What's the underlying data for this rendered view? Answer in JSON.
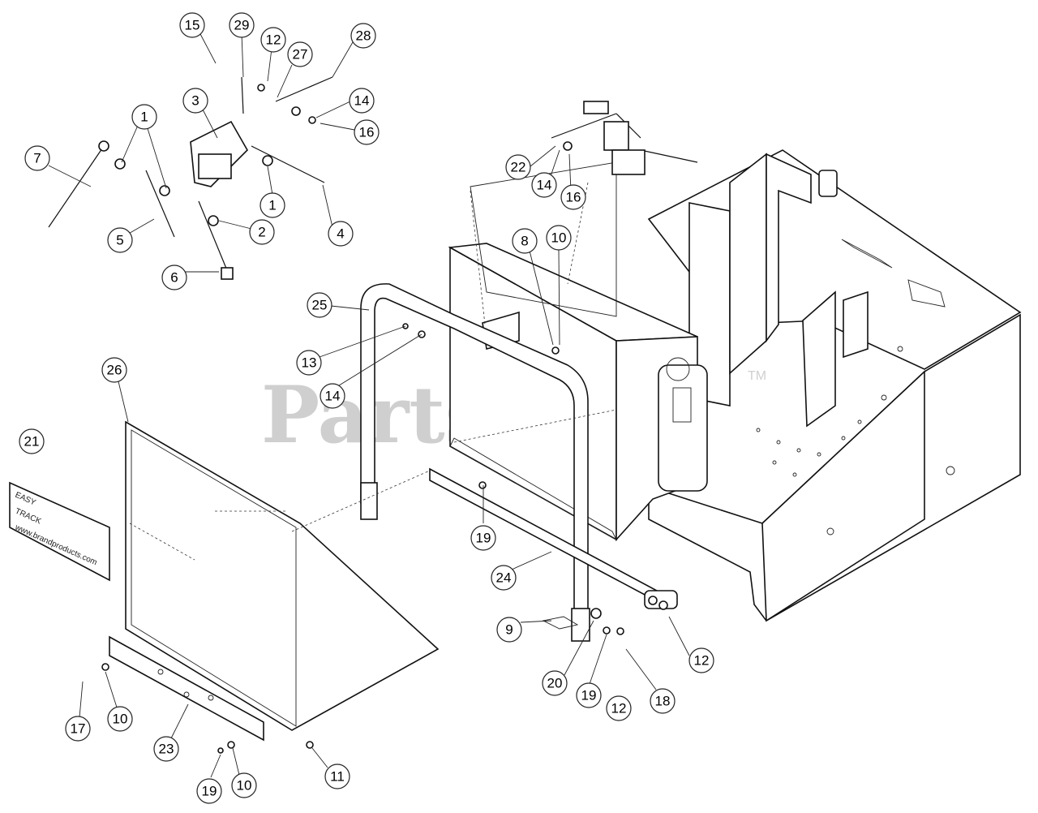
{
  "watermark": {
    "text": "PartsTree",
    "tm": "TM"
  },
  "decal": {
    "line1": "EASY",
    "line2": "TRACK",
    "url": "www.brandproducts.com"
  },
  "callouts": [
    "15",
    "29",
    "12",
    "27",
    "28",
    "3",
    "1",
    "14",
    "16",
    "7",
    "1",
    "5",
    "2",
    "4",
    "6",
    "22",
    "14",
    "16",
    "8",
    "10",
    "25",
    "13",
    "14",
    "26",
    "21",
    "19",
    "24",
    "9",
    "20",
    "19",
    "12",
    "18",
    "12",
    "17",
    "10",
    "23",
    "11",
    "19",
    "10"
  ],
  "colors": {
    "line": "#111111",
    "watermark": "#cfcfcf",
    "background": "#ffffff"
  }
}
